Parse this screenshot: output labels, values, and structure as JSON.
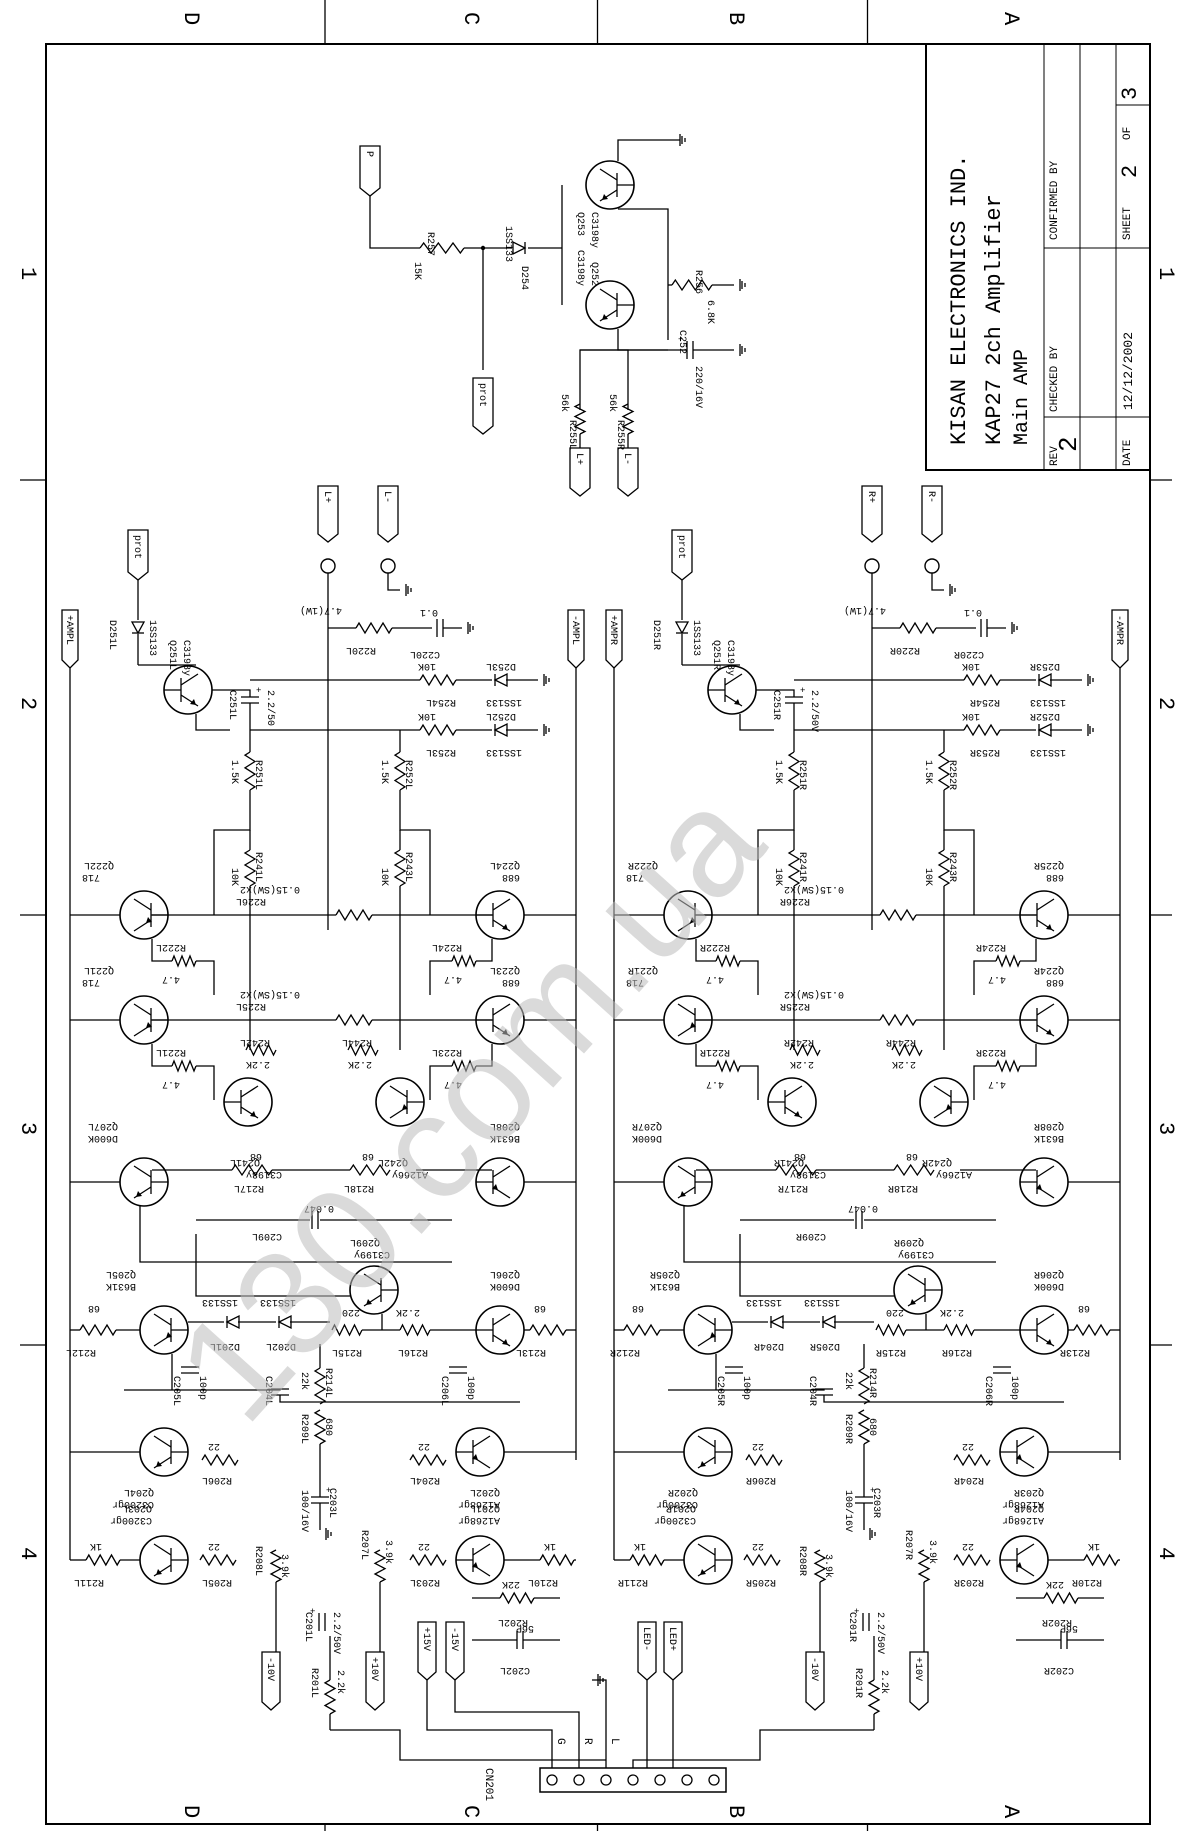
{
  "title_block": {
    "company": "KISAN ELECTRONICS IND.",
    "title": "KAP27 2ch Amplifier",
    "subtitle": "Main AMP",
    "rev_label": "REV",
    "rev_value": "2",
    "checked_label": "CHECKED BY",
    "confirmed_label": "CONFIRMED BY",
    "date_label": "DATE",
    "date_value": "12/12/2002",
    "sheet_label": "SHEET",
    "sheet_value": "2",
    "of_label": "OF",
    "of_value": "3"
  },
  "border": {
    "columns": [
      "D",
      "C",
      "B",
      "A"
    ],
    "rows": [
      "1",
      "2",
      "3",
      "4"
    ]
  },
  "watermark": "130.com.ua",
  "protection": {
    "ports": {
      "p": "P",
      "prot": "prot",
      "lplus": "L+",
      "lminus": "L-"
    },
    "r257": {
      "ref": "R257",
      "val": "15K"
    },
    "d254": {
      "ref": "D254",
      "val": "1SS133"
    },
    "q252": {
      "ref": "Q252",
      "val": "C3198y"
    },
    "q253": {
      "ref": "Q253",
      "val": "C3198y"
    },
    "r256": {
      "ref": "R256",
      "val": "6.8K"
    },
    "c252": {
      "ref": "C252",
      "val": "220/16V"
    },
    "r255l": {
      "ref": "R255L",
      "val": "56k"
    },
    "r255r": {
      "ref": "R255R",
      "val": "56k"
    }
  },
  "connector": {
    "ref": "CN201",
    "pins": [
      "G",
      "R",
      "L"
    ],
    "ports": {
      "p15v": "+15V",
      "m15v": "-15V",
      "ledm": "LED-",
      "ledp": "LED+"
    }
  },
  "left": {
    "rails": {
      "ampl_p": "+AMPL",
      "ampl_m": "-AMPL",
      "vp": "+10V",
      "vm": "-10V"
    },
    "out": {
      "plus": "L+",
      "minus": "L-"
    },
    "prot_port": "prot",
    "parts": {
      "q251": {
        "ref": "Q251L",
        "val": "C3198y"
      },
      "d251": {
        "ref": "D251L",
        "val": "1SS133"
      },
      "c251": {
        "ref": "C251L",
        "val": "2.2/50"
      },
      "r254": {
        "ref": "R254L",
        "val": "10K"
      },
      "d253": {
        "ref": "D253L",
        "val": "1SS133"
      },
      "r253": {
        "ref": "R253L",
        "val": "10K"
      },
      "d252": {
        "ref": "D252L",
        "val": "1SS133"
      },
      "r251": {
        "ref": "R251L",
        "val": "1.5K"
      },
      "r252": {
        "ref": "R252L",
        "val": "1.5K"
      },
      "r220": {
        "ref": "R220L",
        "val": "4.7(1W)"
      },
      "c220": {
        "ref": "C220L",
        "val": "0.1"
      },
      "r241": {
        "ref": "R241L",
        "val": "10K"
      },
      "r243": {
        "ref": "R243L",
        "val": "10K"
      },
      "q222": {
        "ref": "Q222L",
        "val": "718"
      },
      "q221": {
        "ref": "Q221L",
        "val": "718"
      },
      "q224": {
        "ref": "Q224L",
        "val": "688"
      },
      "q223": {
        "ref": "Q223L",
        "val": "688"
      },
      "r226": {
        "ref": "R226L",
        "val": "0.15(SW)x2"
      },
      "r225": {
        "ref": "R225L",
        "val": "0.15(SW)x2"
      },
      "r222": {
        "ref": "R222L",
        "val": "4.7"
      },
      "r221": {
        "ref": "R221L",
        "val": "4.7"
      },
      "r224": {
        "ref": "R224L",
        "val": "4.7"
      },
      "r223": {
        "ref": "R223L",
        "val": "4.7"
      },
      "r242": {
        "ref": "R242L",
        "val": "2.2K"
      },
      "r244": {
        "ref": "R244L",
        "val": "2.2K"
      },
      "q241": {
        "ref": "Q241L",
        "val": "C3198y"
      },
      "q242": {
        "ref": "Q242L",
        "val": "A1266y"
      },
      "q207": {
        "ref": "Q207L",
        "val": "D600K"
      },
      "q208": {
        "ref": "Q208L",
        "val": "B631K"
      },
      "r217": {
        "ref": "R217L",
        "val": "68"
      },
      "r218": {
        "ref": "R218L",
        "val": "68"
      },
      "c209": {
        "ref": "C209L",
        "val": "0.047"
      },
      "q209": {
        "ref": "Q209L",
        "val": "C3199y"
      },
      "q205": {
        "ref": "Q205L",
        "val": "B631K"
      },
      "q206": {
        "ref": "Q206L",
        "val": "D600K"
      },
      "r212": {
        "ref": "R212L",
        "val": "68"
      },
      "r213": {
        "ref": "R213L",
        "val": "68"
      },
      "d201": {
        "ref": "D201L",
        "val": "1SS133"
      },
      "d202": {
        "ref": "D202L",
        "val": "1SS133"
      },
      "r215": {
        "ref": "R215L",
        "val": "220"
      },
      "r216": {
        "ref": "R216L",
        "val": "2.2K"
      },
      "c205": {
        "ref": "C205L",
        "val": "100p"
      },
      "c206": {
        "ref": "C206L",
        "val": "100p"
      },
      "c204": {
        "ref": "C204L",
        "val": ""
      },
      "r214": {
        "ref": "R214L",
        "val": "22k"
      },
      "q204": {
        "ref": "Q204L",
        "val": "C3200gr"
      },
      "q202": {
        "ref": "Q202L",
        "val": "A1268gr"
      },
      "r206": {
        "ref": "R206L",
        "val": "22"
      },
      "r204": {
        "ref": "R204L",
        "val": "22"
      },
      "r209": {
        "ref": "R209L",
        "val": "680"
      },
      "c203": {
        "ref": "C203L",
        "val": "100/16V"
      },
      "q203": {
        "ref": "Q203L",
        "val": "C3200gr"
      },
      "q201": {
        "ref": "Q201L",
        "val": "A1268gr"
      },
      "r211": {
        "ref": "R211L",
        "val": "1K"
      },
      "r205": {
        "ref": "R205L",
        "val": "22"
      },
      "r203": {
        "ref": "R203L",
        "val": "22"
      },
      "r210": {
        "ref": "R210L",
        "val": "1K"
      },
      "r208": {
        "ref": "R208L",
        "val": "3.9k"
      },
      "r207": {
        "ref": "R207L",
        "val": "3.9k"
      },
      "r202": {
        "ref": "R202L",
        "val": "22K"
      },
      "c202": {
        "ref": "C202L",
        "val": "56P"
      },
      "c201": {
        "ref": "C201L",
        "val": "2.2/50V"
      },
      "r201": {
        "ref": "R201L",
        "val": "2.2k"
      }
    }
  },
  "right": {
    "rails": {
      "ampr_p": "+AMPR",
      "ampr_m": "-AMPR",
      "vp": "+10V",
      "vm": "-10V"
    },
    "out": {
      "plus": "R+",
      "minus": "R-"
    },
    "prot_port": "prot",
    "parts": {
      "q251": {
        "ref": "Q251R",
        "val": "C3198y"
      },
      "d251": {
        "ref": "D251R",
        "val": "1SS133"
      },
      "c251": {
        "ref": "C251R",
        "val": "2.2/50V"
      },
      "r254": {
        "ref": "R254R",
        "val": "10K"
      },
      "d253": {
        "ref": "D253R",
        "val": "1SS133"
      },
      "r253": {
        "ref": "R253R",
        "val": "10K"
      },
      "d252": {
        "ref": "D252R",
        "val": "1SS133"
      },
      "r251": {
        "ref": "R251R",
        "val": "1.5K"
      },
      "r252": {
        "ref": "R252R",
        "val": "1.5K"
      },
      "r220": {
        "ref": "R220R",
        "val": "4.7(1W)"
      },
      "c220": {
        "ref": "C220R",
        "val": "0.1"
      },
      "r241": {
        "ref": "R241R",
        "val": "10K"
      },
      "r243": {
        "ref": "R243R",
        "val": "10K"
      },
      "q222": {
        "ref": "Q222R",
        "val": "718"
      },
      "q221": {
        "ref": "Q221R",
        "val": "718"
      },
      "q225": {
        "ref": "Q225R",
        "val": "688"
      },
      "q224": {
        "ref": "Q224R",
        "val": "688"
      },
      "r226": {
        "ref": "R226R",
        "val": "0.15(SW)x2"
      },
      "r225": {
        "ref": "R225R",
        "val": "0.15(SW)x2"
      },
      "r222": {
        "ref": "R222R",
        "val": "4.7"
      },
      "r221": {
        "ref": "R221R",
        "val": "4.7"
      },
      "r224": {
        "ref": "R224R",
        "val": "4.7"
      },
      "r223": {
        "ref": "R223R",
        "val": "4.7"
      },
      "r242": {
        "ref": "R242R",
        "val": "2.2K"
      },
      "r244": {
        "ref": "R244R",
        "val": "2.2K"
      },
      "q241": {
        "ref": "Q241R",
        "val": "C3198y"
      },
      "q242": {
        "ref": "Q242R",
        "val": "A1266y"
      },
      "q207": {
        "ref": "Q207R",
        "val": "D600K"
      },
      "q208": {
        "ref": "Q208R",
        "val": "B631K"
      },
      "r217": {
        "ref": "R217R",
        "val": "68"
      },
      "r218": {
        "ref": "R218R",
        "val": "68"
      },
      "c209": {
        "ref": "C209R",
        "val": "0.047"
      },
      "q209": {
        "ref": "Q209R",
        "val": "C3199y"
      },
      "q205": {
        "ref": "Q205R",
        "val": "B631K"
      },
      "q206": {
        "ref": "Q206R",
        "val": "D600K"
      },
      "r212": {
        "ref": "R212R",
        "val": "68"
      },
      "r213": {
        "ref": "R213R",
        "val": "68"
      },
      "d204": {
        "ref": "D204R",
        "val": "1SS133"
      },
      "d205": {
        "ref": "D205R",
        "val": "1SS133"
      },
      "r215": {
        "ref": "R215R",
        "val": "220"
      },
      "r216": {
        "ref": "R216R",
        "val": "2.2K"
      },
      "c205": {
        "ref": "C205R",
        "val": "100p"
      },
      "c206": {
        "ref": "C206R",
        "val": "100p"
      },
      "c204": {
        "ref": "C204R",
        "val": ""
      },
      "r214": {
        "ref": "R214R",
        "val": "22k"
      },
      "q202": {
        "ref": "Q202R",
        "val": "C3200gr"
      },
      "q203": {
        "ref": "Q203R",
        "val": "A1268gr"
      },
      "r206": {
        "ref": "R206R",
        "val": "22"
      },
      "r204": {
        "ref": "R204R",
        "val": "22"
      },
      "r209": {
        "ref": "R209R",
        "val": "680"
      },
      "c203": {
        "ref": "C203R",
        "val": "100/16V"
      },
      "q201": {
        "ref": "Q201R",
        "val": "C3200gr"
      },
      "q204": {
        "ref": "Q204R",
        "val": "A1268gr"
      },
      "r211": {
        "ref": "R211R",
        "val": "1K"
      },
      "r205": {
        "ref": "R205R",
        "val": "22"
      },
      "r203": {
        "ref": "R203R",
        "val": "22"
      },
      "r210": {
        "ref": "R210R",
        "val": "1K"
      },
      "r208": {
        "ref": "R208R",
        "val": "3.9k"
      },
      "r207": {
        "ref": "R207R",
        "val": "3.9k"
      },
      "r202": {
        "ref": "R202R",
        "val": "22K"
      },
      "c202": {
        "ref": "C202R",
        "val": "56P"
      },
      "c201": {
        "ref": "C201R",
        "val": "2.2/50V"
      },
      "r201": {
        "ref": "R201R",
        "val": "2.2k"
      }
    }
  }
}
